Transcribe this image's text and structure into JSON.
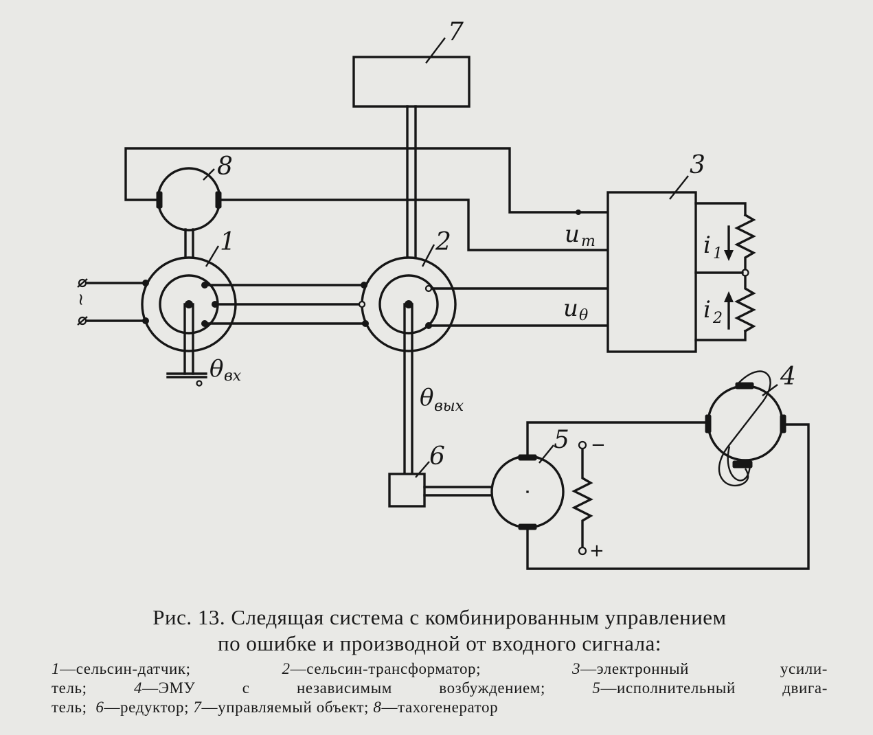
{
  "figure": {
    "labels": {
      "n1": "1",
      "n2": "2",
      "n3": "3",
      "n4": "4",
      "n5": "5",
      "n6": "6",
      "n7": "7",
      "n8": "8",
      "u_t": "u",
      "u_t_sub": "т",
      "u_theta": "u",
      "u_theta_sub": "θ",
      "i1": "i",
      "i1_sub": "1",
      "i2": "i",
      "i2_sub": "2",
      "theta_in": "θ",
      "theta_in_sub": "вх",
      "theta_out": "θ",
      "theta_out_sub": "вых",
      "supply_voltage": "~",
      "minus": "−",
      "plus": "+"
    }
  },
  "caption": {
    "line1": "Рис. 13. Следящая система  с  комбинированным  управлением",
    "line2": "по  ошибке  и производной от входного сигнала:"
  },
  "legend": [
    {
      "key": "1",
      "text": "—сельсин-датчик;"
    },
    {
      "key": "2",
      "text": "—сельсин-трансформатор;"
    },
    {
      "key": "3",
      "text": "—электронный усили-"
    },
    {
      "key": "",
      "text": "тель;"
    },
    {
      "key": "4",
      "text": "—ЭМУ с независимым возбуждением;"
    },
    {
      "key": "5",
      "text": "—исполнительный двига-"
    },
    {
      "key": "",
      "text": "тель;"
    },
    {
      "key": "6",
      "text": "—редуктор;"
    },
    {
      "key": "7",
      "text": "—управляемый объект;"
    },
    {
      "key": "8",
      "text": "—тахогенератор"
    }
  ]
}
